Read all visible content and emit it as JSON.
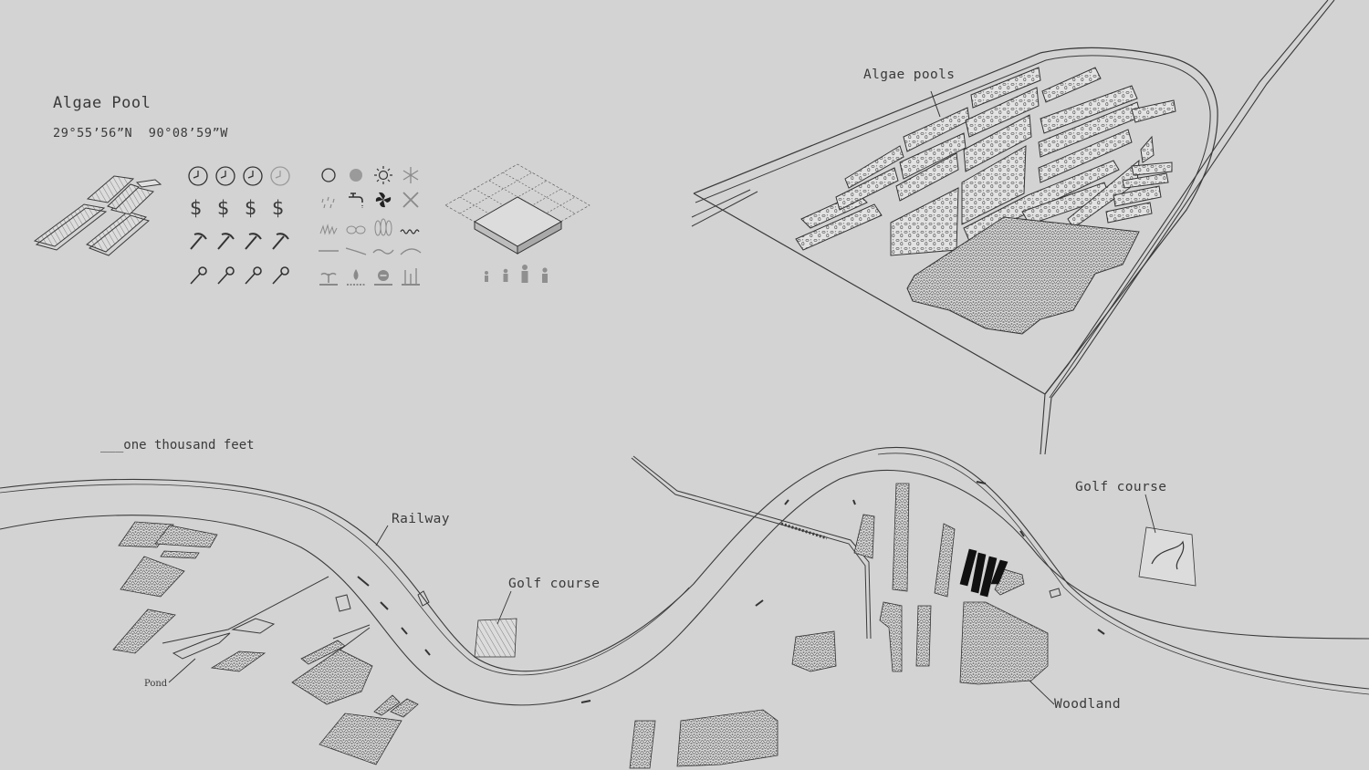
{
  "header": {
    "title": "Algae Pool",
    "lat": "29°55’56”N",
    "lon": "90°08’59”W"
  },
  "scale_bar": {
    "label": "___one thousand feet"
  },
  "map_labels": {
    "algae_pools": "Algae pools",
    "railway": "Railway",
    "golf_course_left": "Golf course",
    "golf_course_right": "Golf course",
    "pond": "Pond",
    "woodland": "Woodland"
  },
  "legend_icons": {
    "time_cost_rows": [
      [
        "clock-icon",
        "clock-icon",
        "clock-icon",
        "clock-icon-faded"
      ],
      [
        "dollar-icon",
        "dollar-icon",
        "dollar-icon",
        "dollar-icon"
      ],
      [
        "pickaxe-icon",
        "pickaxe-icon",
        "pickaxe-icon",
        "pickaxe-icon"
      ],
      [
        "wrench-icon",
        "wrench-icon",
        "wrench-icon",
        "wrench-icon"
      ]
    ],
    "dollar_symbol": "$",
    "condition_rows": [
      [
        "circle-outline-icon",
        "circle-filled-icon",
        "sun-icon",
        "snowflake-icon"
      ],
      [
        "rain-drops-icon",
        "faucet-icon",
        "fan-icon",
        "crossed-tools-icon"
      ],
      [
        "grass-icon",
        "pebbles-icon",
        "leaves-icon",
        "waves-icon"
      ],
      [
        "flat-line-icon",
        "slope-line-icon",
        "wave-line-icon",
        "curve-line-icon"
      ],
      [
        "sprout-icon",
        "drop-icon",
        "no-entry-icon",
        "height-icon"
      ]
    ],
    "people": [
      "child-figure-icon",
      "child-figure-icon",
      "adult-figure-icon",
      "adult-figure-icon"
    ]
  },
  "colors": {
    "background": "#d3d3d3",
    "line": "#3a3a3a",
    "texture": "#555555",
    "faded": "#9a9a9a",
    "dark_fill": "#111111"
  }
}
